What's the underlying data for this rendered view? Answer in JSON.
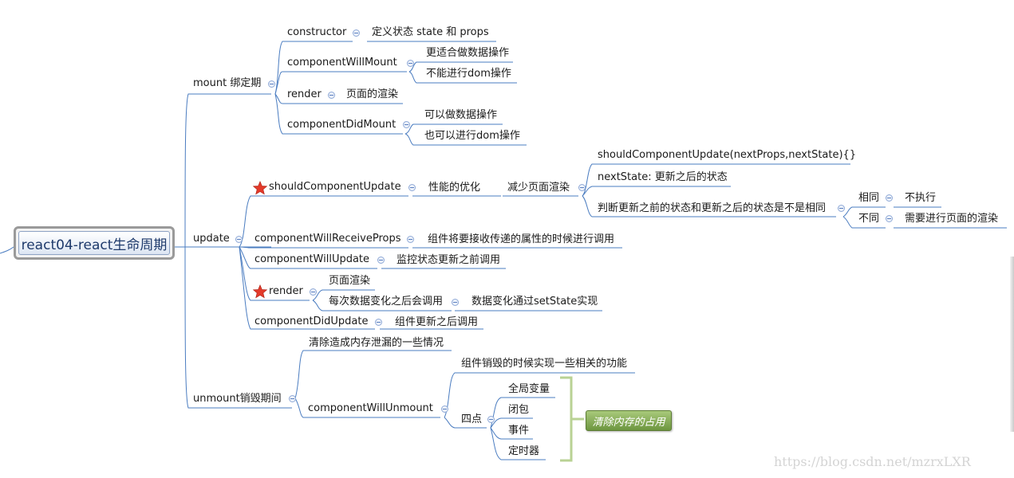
{
  "root": {
    "label": "react04-react生命周期"
  },
  "mount": {
    "label": "mount 绑定期",
    "constructor": {
      "label": "constructor",
      "note": "定义状态   state   和 props"
    },
    "will_mount": {
      "label": "componentWillMount",
      "notes": [
        "更适合做数据操作",
        "不能进行dom操作"
      ]
    },
    "render": {
      "label": "render",
      "note": "页面的渲染"
    },
    "did_mount": {
      "label": "componentDidMount",
      "notes": [
        "可以做数据操作",
        "也可以进行dom操作"
      ]
    }
  },
  "update": {
    "label": "update",
    "should_update": {
      "label": "shouldComponentUpdate",
      "perf": "性能的优化",
      "reduce": "减少页面渲染",
      "details": [
        "shouldComponentUpdate(nextProps,nextState){}",
        "nextState: 更新之后的状态",
        "判断更新之前的状态和更新之后的状态是不是相同"
      ],
      "same": "相同",
      "same_result": "不执行",
      "diff": "不同",
      "diff_result": "需要进行页面的渲染"
    },
    "will_receive": {
      "label": "componentWillReceiveProps",
      "note": "组件将要接收传递的属性的时候进行调用"
    },
    "will_update": {
      "label": "componentWillUpdate",
      "note": "监控状态更新之前调用"
    },
    "render": {
      "label": "render",
      "note1": "页面渲染",
      "note2": "每次数据变化之后会调用",
      "note3": "数据变化通过setState实现"
    },
    "did_update": {
      "label": "componentDidUpdate",
      "note": "组件更新之后调用"
    }
  },
  "unmount": {
    "label": "unmount销毁期间",
    "leak": "清除造成内存泄漏的一些情况",
    "will_unmount": {
      "label": "componentWillUnmount",
      "note": "组件销毁的时候实现一些相关的功能",
      "four": "四点",
      "items": [
        "全局变量",
        "闭包",
        "事件",
        "定时器"
      ]
    }
  },
  "callout": "清除内存的占用",
  "watermark": "https://blog.csdn.net/mzrxLXR",
  "colors": {
    "line": "#4a7cc0",
    "callout": "#7fa84e",
    "bracket": "#b9d294",
    "star": "#e43a2a"
  }
}
